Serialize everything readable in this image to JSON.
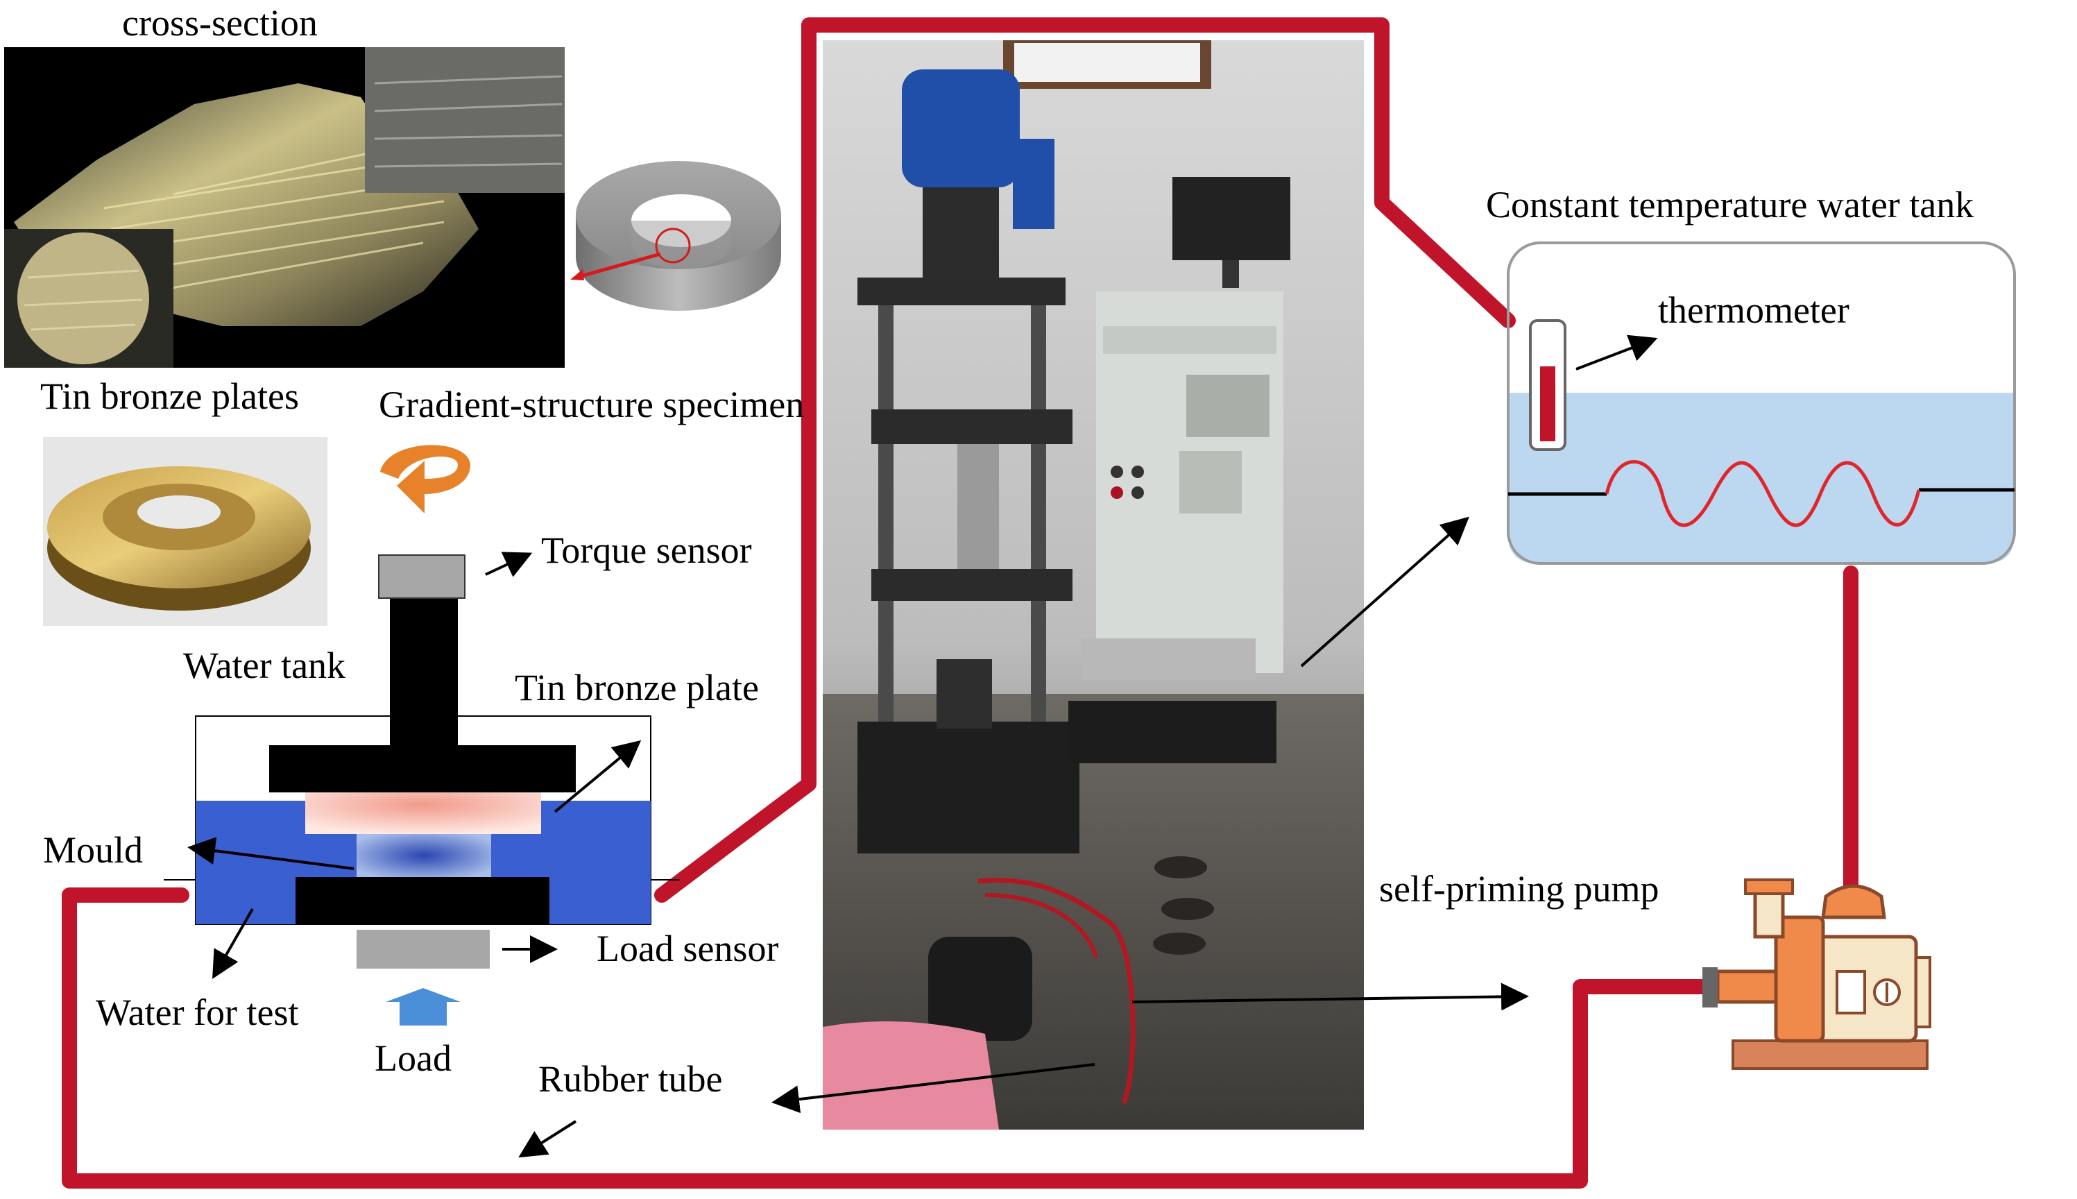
{
  "labels": {
    "cross_section": "cross-section",
    "tin_bronze_plates": "Tin bronze plates",
    "gradient_specimen": "Gradient-structure specimen",
    "torque_sensor": "Torque sensor",
    "water_tank": "Water tank",
    "tin_bronze_plate": "Tin bronze plate",
    "mould": "Mould",
    "load_sensor": "Load sensor",
    "water_for_test": "Water for test",
    "load": "Load",
    "rubber_tube": "Rubber tube",
    "constant_temp_tank": "Constant temperature water tank",
    "thermometer": "thermometer",
    "self_priming_pump": "self-priming pump"
  },
  "colors": {
    "tube_red": "#c0142a",
    "test_water_blue": "#3a5fd0",
    "tank_water_blue": "#bcd8f0",
    "heater_red": "#e0262c",
    "load_arrow_blue": "#4a8fd8",
    "rotation_arrow_orange": "#e8822a",
    "pump_orange": "#f08a4b",
    "pump_cream": "#f6e6c8"
  },
  "icons": {
    "rotation": "curved-rotation-arrow-icon",
    "load": "up-arrow-icon",
    "pump": "self-priming-pump-icon",
    "thermometer": "thermometer-icon"
  }
}
